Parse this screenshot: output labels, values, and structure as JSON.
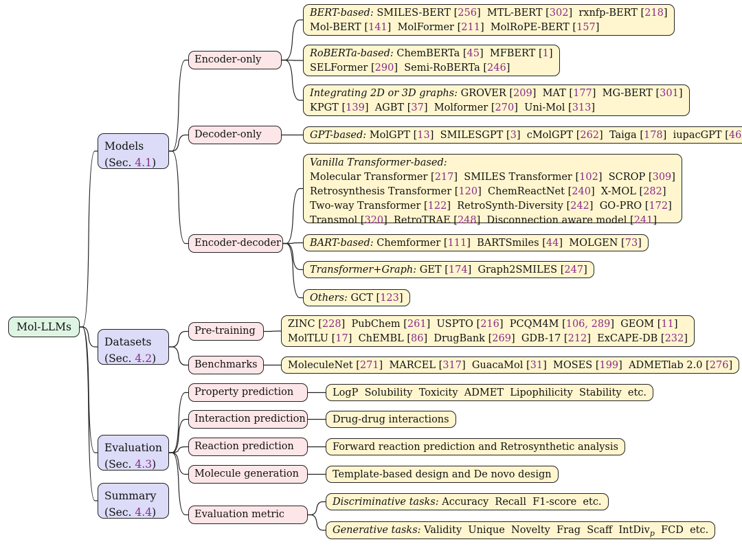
{
  "root": {
    "label": "Mol-LLMs"
  },
  "sections": [
    {
      "title": "Models",
      "ref_label": "Sec.",
      "ref": "4.1"
    },
    {
      "title": "Datasets",
      "ref_label": "Sec.",
      "ref": "4.2"
    },
    {
      "title": "Evaluation",
      "ref_label": "Sec.",
      "ref": "4.3"
    },
    {
      "title": "Summary",
      "ref_label": "Sec.",
      "ref": "4.4"
    }
  ],
  "models": {
    "encoder_only": "Encoder-only",
    "decoder_only": "Decoder-only",
    "encoder_decoder": "Encoder-decoder",
    "bert_based": {
      "prefix": "BERT-based:",
      "items": [
        {
          "name": "SMILES-BERT",
          "ref": "256"
        },
        {
          "name": "MTL-BERT",
          "ref": "302"
        },
        {
          "name": "rxnfp-BERT",
          "ref": "218"
        },
        {
          "name": "Mol-BERT",
          "ref": "141"
        },
        {
          "name": "MolFormer",
          "ref": "211"
        },
        {
          "name": "MolRoPE-BERT",
          "ref": "157"
        }
      ]
    },
    "roberta_based": {
      "prefix": "RoBERTa-based:",
      "items": [
        {
          "name": "ChemBERTa",
          "ref": "45"
        },
        {
          "name": "MFBERT",
          "ref": "1"
        },
        {
          "name": "SELFormer",
          "ref": "290"
        },
        {
          "name": "Semi-RoBERTa",
          "ref": "246"
        }
      ]
    },
    "graphs": {
      "prefix": "Integrating 2D or 3D graphs:",
      "items": [
        {
          "name": "GROVER",
          "ref": "209"
        },
        {
          "name": "MAT",
          "ref": "177"
        },
        {
          "name": "MG-BERT",
          "ref": "301"
        },
        {
          "name": "KPGT",
          "ref": "139"
        },
        {
          "name": "AGBT",
          "ref": "37"
        },
        {
          "name": "Molformer",
          "ref": "270"
        },
        {
          "name": "Uni-Mol",
          "ref": "313"
        }
      ]
    },
    "gpt_based": {
      "prefix": "GPT-based:",
      "items": [
        {
          "name": "MolGPT",
          "ref": "13"
        },
        {
          "name": "SMILESGPT",
          "ref": "3"
        },
        {
          "name": "cMolGPT",
          "ref": "262"
        },
        {
          "name": "Taiga",
          "ref": "178"
        },
        {
          "name": "iupacGPT",
          "ref": "46"
        }
      ]
    },
    "vanilla": {
      "prefix": "Vanilla Transformer-based:",
      "items": [
        {
          "name": "Molecular Transformer",
          "ref": "217"
        },
        {
          "name": "SMILES Transformer",
          "ref": "102"
        },
        {
          "name": "SCROP",
          "ref": "309"
        },
        {
          "name": "Retrosynthesis Transformer",
          "ref": "120"
        },
        {
          "name": "ChemReactNet",
          "ref": "240"
        },
        {
          "name": "X-MOL",
          "ref": "282"
        },
        {
          "name": "Two-way Transformer",
          "ref": "122"
        },
        {
          "name": "RetroSynth-Diversity",
          "ref": "242"
        },
        {
          "name": "GO-PRO",
          "ref": "172"
        },
        {
          "name": "Transmol",
          "ref": "320"
        },
        {
          "name": "RetroTRAE",
          "ref": "248"
        },
        {
          "name": "Disconnection aware model",
          "ref": "241"
        }
      ]
    },
    "bart_based": {
      "prefix": "BART-based:",
      "items": [
        {
          "name": "Chemformer",
          "ref": "111"
        },
        {
          "name": "BARTSmiles",
          "ref": "44"
        },
        {
          "name": "MOLGEN",
          "ref": "73"
        }
      ]
    },
    "transformer_graph": {
      "prefix": "Transformer+Graph:",
      "items": [
        {
          "name": "GET",
          "ref": "174"
        },
        {
          "name": "Graph2SMILES",
          "ref": "247"
        }
      ]
    },
    "others": {
      "prefix": "Others:",
      "items": [
        {
          "name": "GCT",
          "ref": "123"
        }
      ]
    }
  },
  "datasets": {
    "pretraining": "Pre-training",
    "benchmarks": "Benchmarks",
    "pretraining_items": [
      {
        "name": "ZINC",
        "ref": "228"
      },
      {
        "name": "PubChem",
        "ref": "261"
      },
      {
        "name": "USPTO",
        "ref": "216"
      },
      {
        "name": "PCQM4M",
        "ref": "106, 289"
      },
      {
        "name": "GEOM",
        "ref": "11"
      },
      {
        "name": "MolTLU",
        "ref": "17"
      },
      {
        "name": "ChEMBL",
        "ref": "86"
      },
      {
        "name": "DrugBank",
        "ref": "269"
      },
      {
        "name": "GDB-17",
        "ref": "212"
      },
      {
        "name": "ExCAPE-DB",
        "ref": "232"
      }
    ],
    "benchmark_items": [
      {
        "name": "MoleculeNet",
        "ref": "271"
      },
      {
        "name": "MARCEL",
        "ref": "317"
      },
      {
        "name": "GuacaMol",
        "ref": "31"
      },
      {
        "name": "MOSES",
        "ref": "199"
      },
      {
        "name": "ADMETlab 2.0",
        "ref": "276"
      }
    ]
  },
  "evaluation": {
    "property": "Property prediction",
    "interaction": "Interaction prediction",
    "reaction": "Reaction prediction",
    "generation": "Molecule generation",
    "metric": "Evaluation metric",
    "property_items": [
      "LogP",
      "Solubility",
      "Toxicity",
      "ADMET",
      "Lipophilicity",
      "Stability",
      "etc."
    ],
    "interaction_text": "Drug-drug interactions",
    "reaction_text": "Forward reaction prediction and Retrosynthetic analysis",
    "generation_text": "Template-based design and De novo design",
    "discriminative": {
      "prefix": "Discriminative tasks:",
      "items": [
        "Accuracy",
        "Recall",
        "F1-score",
        "etc."
      ]
    },
    "generative": {
      "prefix": "Generative tasks:",
      "items_before": [
        "Validity",
        "Unique",
        "Novelty",
        "Frag",
        "Scaff"
      ],
      "intdiv": "IntDiv",
      "intdiv_sub": "p",
      "items_after": [
        "FCD",
        "etc."
      ]
    }
  }
}
